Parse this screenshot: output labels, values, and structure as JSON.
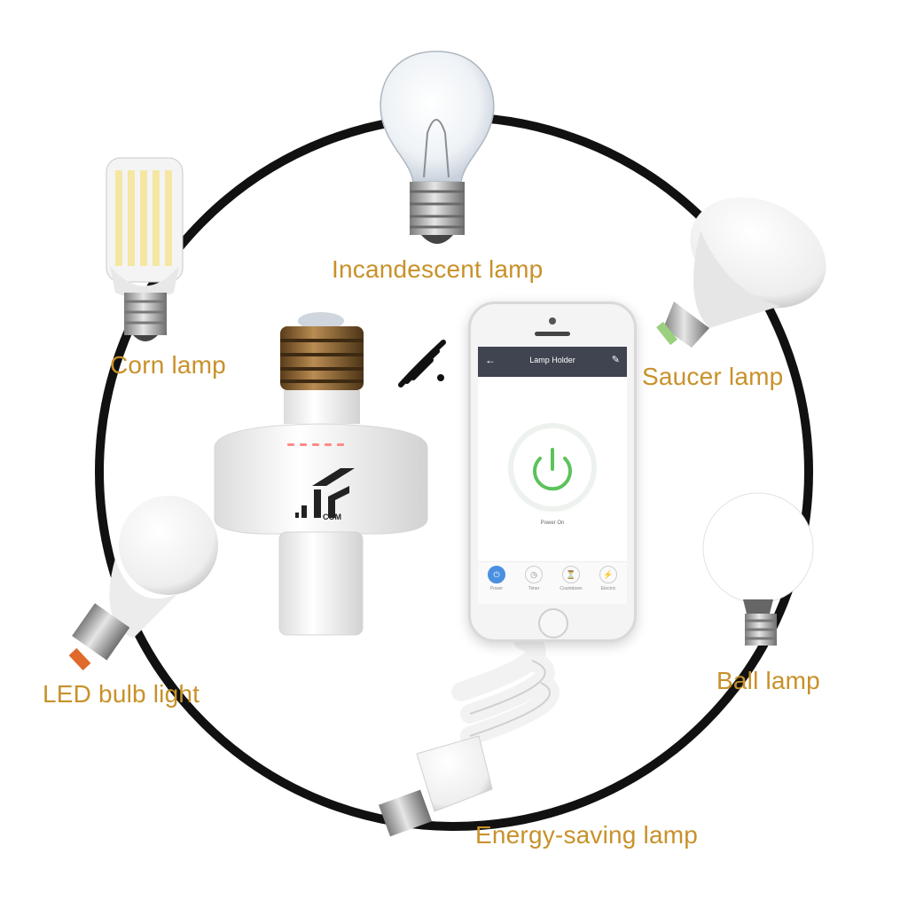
{
  "labels": {
    "incandescent": "Incandescent lamp",
    "corn": "Corn lamp",
    "saucer": "Saucer lamp",
    "led": "LED bulb light",
    "ball": "Ball lamp",
    "energy": "Energy-saving lamp"
  },
  "brand": {
    "mark": "COM"
  },
  "phone": {
    "title": "Lamp Holder",
    "status": "Power On",
    "tabs": [
      "Power",
      "Timer",
      "Countdown",
      "Electric"
    ]
  },
  "colors": {
    "label": "#c8912a",
    "ring": "#111111",
    "power_green": "#5cc25a",
    "tab_active": "#4a8fe0"
  }
}
